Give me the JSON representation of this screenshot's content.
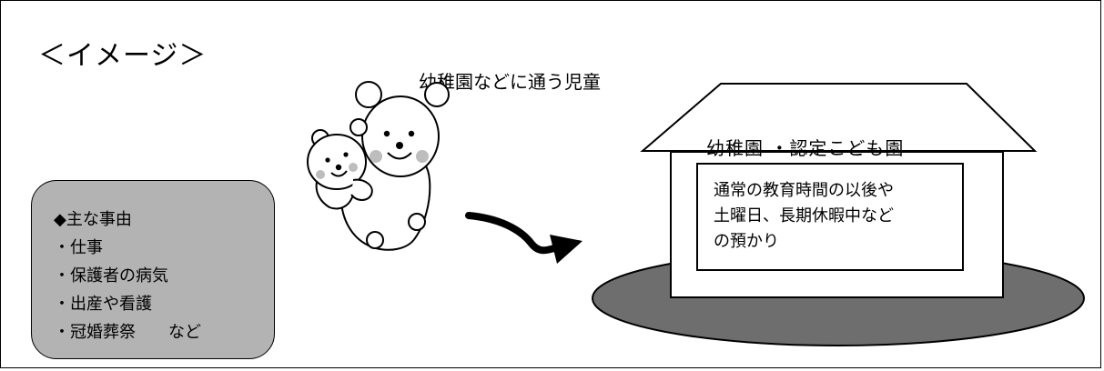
{
  "heading": "＜イメージ＞",
  "child_label": "幼稚園などに通う児童",
  "reasons": {
    "title": "◆主な事由",
    "items": [
      "・仕事",
      "・保護者の病気",
      "・出産や看護",
      "・冠婚葬祭　　など"
    ]
  },
  "building": {
    "roof_label": "幼稚園 ・認定こども園",
    "service_lines": [
      "通常の教育時間の以後や",
      "土曜日、長期休暇中など",
      "の預かり"
    ]
  },
  "colors": {
    "reasons_fill": "#b3b3b3",
    "ground_fill": "#6e6e6e",
    "cheek_fill": "#bdbdbd"
  },
  "icons": [
    "bear-parent-icon",
    "bear-cub-icon",
    "curved-arrow-icon"
  ]
}
